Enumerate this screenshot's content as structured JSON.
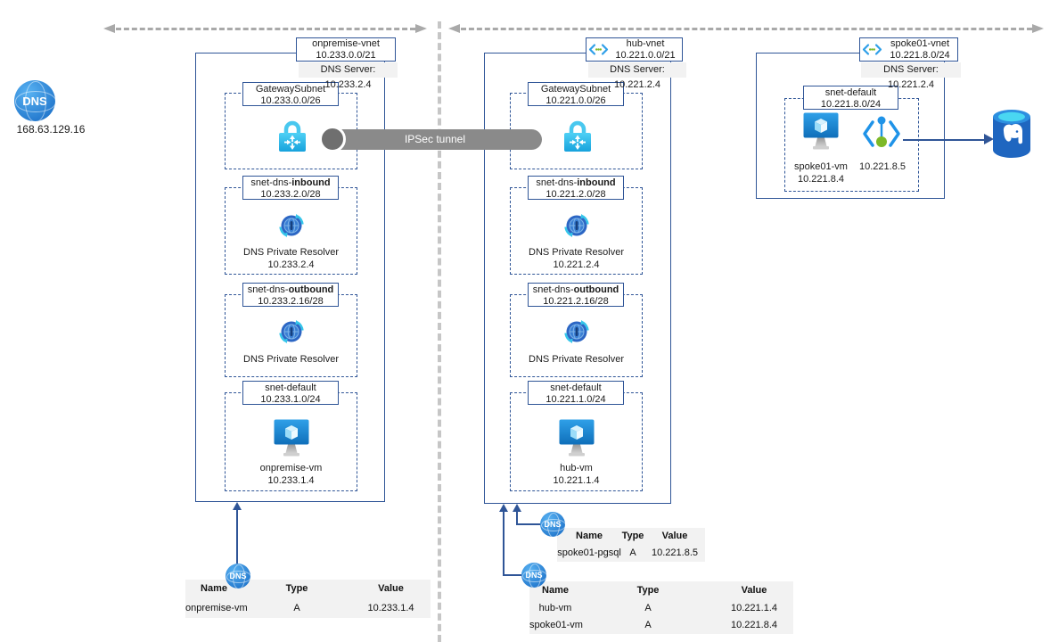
{
  "public_dns": {
    "badge": "DNS",
    "ip": "168.63.129.16"
  },
  "tunnel": {
    "label": "IPSec tunnel"
  },
  "dns_badge": "DNS",
  "vnets": {
    "onpremise": {
      "name": "onpremise-vnet",
      "cidr": "10.233.0.0/21",
      "dns_server": "DNS Server: 10.233.2.4",
      "subnets": [
        {
          "name": "GatewaySubnet",
          "name_bold": "",
          "cidr": "10.233.0.0/26",
          "line1": "",
          "line2": ""
        },
        {
          "name": "snet-dns-",
          "name_bold": "inbound",
          "cidr": "10.233.2.0/28",
          "line1": "DNS Private Resolver",
          "line2": "10.233.2.4"
        },
        {
          "name": "snet-dns-",
          "name_bold": "outbound",
          "cidr": "10.233.2.16/28",
          "line1": "DNS Private Resolver",
          "line2": ""
        },
        {
          "name": "snet-default",
          "name_bold": "",
          "cidr": "10.233.1.0/24",
          "line1": "onpremise-vm",
          "line2": "10.233.1.4"
        }
      ]
    },
    "hub": {
      "name": "hub-vnet",
      "cidr": "10.221.0.0/21",
      "dns_server": "DNS Server: 10.221.2.4",
      "subnets": [
        {
          "name": "GatewaySubnet",
          "name_bold": "",
          "cidr": "10.221.0.0/26",
          "line1": "",
          "line2": ""
        },
        {
          "name": "snet-dns-",
          "name_bold": "inbound",
          "cidr": "10.221.2.0/28",
          "line1": "DNS Private Resolver",
          "line2": "10.221.2.4"
        },
        {
          "name": "snet-dns-",
          "name_bold": "outbound",
          "cidr": "10.221.2.16/28",
          "line1": "DNS Private Resolver",
          "line2": ""
        },
        {
          "name": "snet-default",
          "name_bold": "",
          "cidr": "10.221.1.0/24",
          "line1": "hub-vm",
          "line2": "10.221.1.4"
        }
      ]
    },
    "spoke01": {
      "name": "spoke01-vnet",
      "cidr": "10.221.8.0/24",
      "dns_server": "DNS Server: 10.221.2.4",
      "subnet": {
        "name": "snet-default",
        "cidr": "10.221.8.0/24"
      },
      "vm": {
        "name": "spoke01-vm",
        "ip": "10.221.8.4"
      },
      "private_endpoint_ip": "10.221.8.5"
    }
  },
  "tables": {
    "onpremise": {
      "headers": [
        "Name",
        "Type",
        "Value"
      ],
      "rows": [
        [
          "onpremise-vm",
          "A",
          "10.233.1.4"
        ]
      ]
    },
    "pgsql": {
      "headers": [
        "Name",
        "Type",
        "Value"
      ],
      "rows": [
        [
          "spoke01-pgsql",
          "A",
          "10.221.8.5"
        ]
      ]
    },
    "hub": {
      "headers": [
        "Name",
        "Type",
        "Value"
      ],
      "rows": [
        [
          "hub-vm",
          "A",
          "10.221.1.4"
        ],
        [
          "spoke01-vm",
          "A",
          "10.221.8.4"
        ]
      ]
    }
  }
}
